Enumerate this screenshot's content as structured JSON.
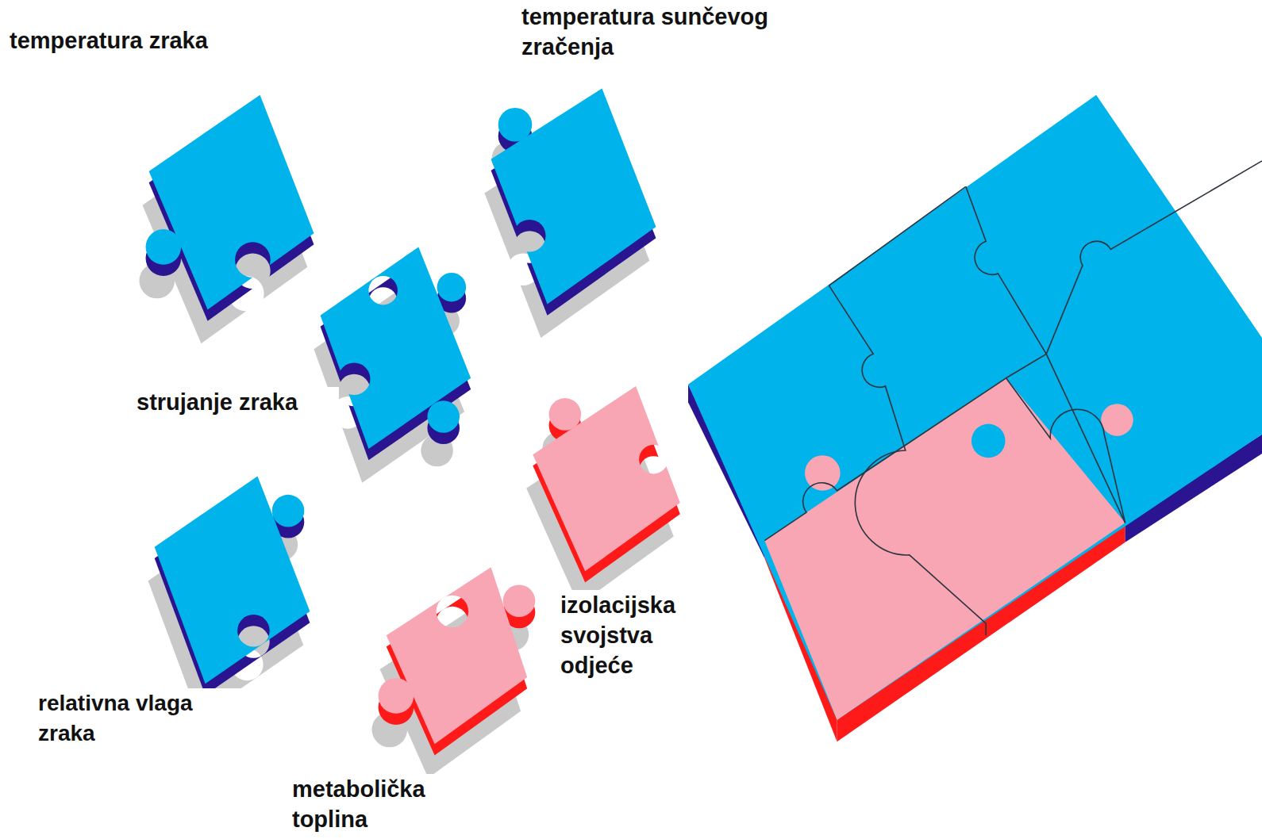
{
  "diagram": {
    "labels": [
      "temperatura zraka",
      "temperatura sunčevog zračenja",
      "strujanje zraka",
      "izolacijska svojstva odjeće",
      "relativna vlaga zraka",
      "metabolička toplina"
    ]
  }
}
